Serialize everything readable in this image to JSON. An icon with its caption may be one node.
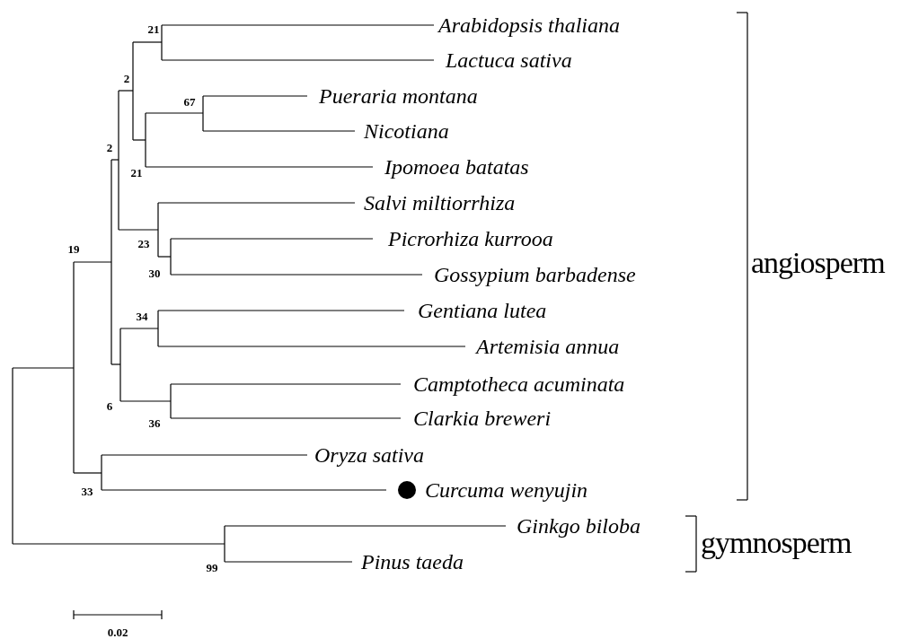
{
  "diagram": {
    "labels": [
      "21",
      "Arabidopsis thaliana",
      "2",
      "Lactuca sativa",
      "67",
      "Pueraria montana",
      "Nicotiana",
      "2",
      "21",
      "Ipomoea batatas",
      "Salvi miltiorrhiza",
      "23",
      "Picrorhiza kurrooa",
      "19",
      "angiosperm",
      "30",
      "Gossypium barbadense",
      "34",
      "Gentiana lutea",
      "Artemisia annua",
      "Camptotheca acuminata",
      "6",
      "36",
      "Clarkia breweri",
      "Oryza sativa",
      "Curcuma wenyujin",
      "33",
      "Ginkgo biloba",
      "gymnosperm",
      "99",
      "Pinus taeda",
      "0.02"
    ]
  }
}
